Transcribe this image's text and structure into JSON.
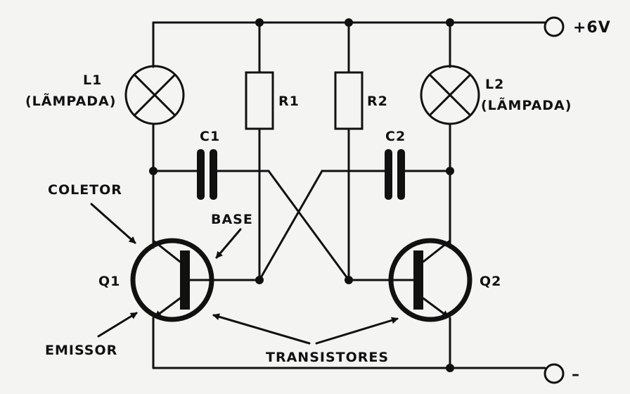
{
  "supply": {
    "positive": "+6V",
    "negative": "–"
  },
  "lamps": [
    {
      "ref": "L1",
      "name": "(LÃMPADA)"
    },
    {
      "ref": "L2",
      "name": "(LÃMPADA)"
    }
  ],
  "resistors": [
    "R1",
    "R2"
  ],
  "capacitors": [
    "C1",
    "C2"
  ],
  "transistors": [
    "Q1",
    "Q2"
  ],
  "annotations": {
    "collector": "COLETOR",
    "base": "BASE",
    "emitter": "EMISSOR",
    "transistors": "TRANSISTORES"
  }
}
